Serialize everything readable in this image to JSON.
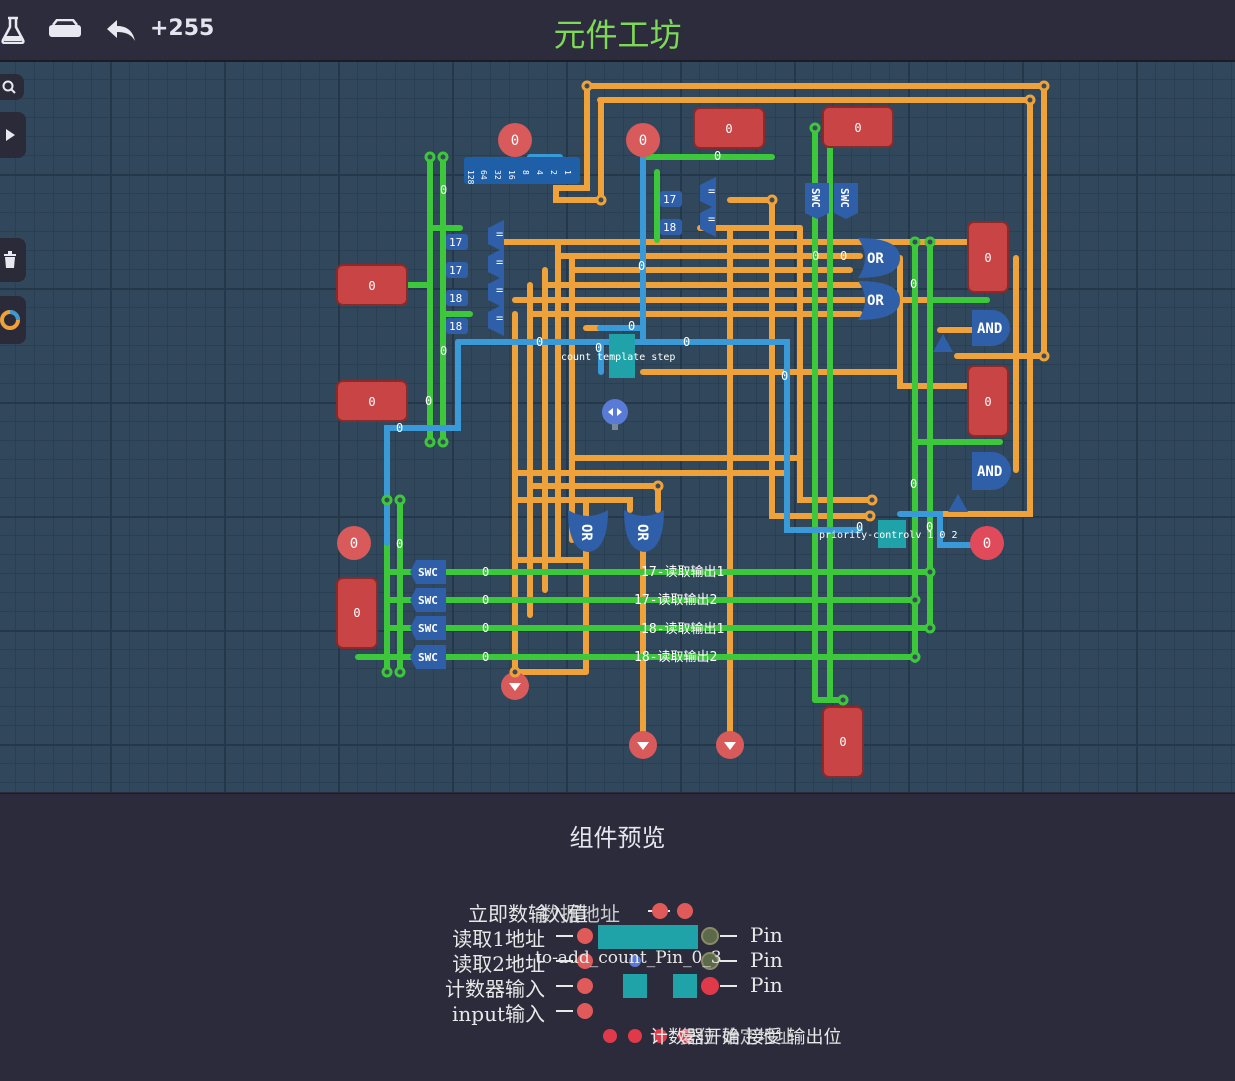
{
  "toolbar": {
    "score": "+255",
    "title": "元件工坊",
    "icons": [
      "flask-icon",
      "save-icon",
      "undo-icon"
    ]
  },
  "side_tools": [
    "zoom-icon",
    "arrow-icon",
    "trash-icon",
    "color-wheel-icon"
  ],
  "circuit": {
    "inputs": [
      "0",
      "0",
      "0",
      "0",
      "0",
      "0",
      "0",
      "0",
      "0",
      "0"
    ],
    "comparator_consts": [
      "17",
      "17",
      "18",
      "18",
      "17",
      "18"
    ],
    "gates": [
      "OR",
      "OR",
      "OR",
      "OR",
      "AND",
      "AND",
      "SWC",
      "SWC",
      "SWC",
      "SWC",
      "SWC",
      "SWC"
    ],
    "wire_values": [
      "0",
      "0",
      "0",
      "0",
      "0",
      "0",
      "0",
      "0",
      "0",
      "0",
      "0",
      "0",
      "0",
      "0",
      "0",
      "0",
      "0",
      "0"
    ],
    "bus_bits": [
      "128",
      "64",
      "32",
      "16",
      "8",
      "4",
      "2",
      "1"
    ],
    "labels": {
      "count_template": "count template step",
      "priority": "priority-controlv 1 0 2",
      "read17_1": "17-读取输出1",
      "read17_2": "17-读取输出2",
      "read18_1": "18-读取输出1",
      "read18_2": "18-读取输出2"
    },
    "ids": [
      "64",
      "64",
      "64",
      "64",
      "64",
      "64",
      "64",
      "64"
    ]
  },
  "preview": {
    "title": "组件预览",
    "left_pins": [
      "读取1地址",
      "读取2地址",
      "计数器输入",
      "input输入"
    ],
    "top_overlap": "立即数输入值",
    "top_overlap2": "数据地址",
    "right_pins": [
      "Pin",
      "Pin",
      "Pin"
    ],
    "center_label": "to-add_count_Pin_0_3",
    "bottom_overlap": "计数器开始 接受 输出位",
    "bottom_overlap2": "复位 确定地址"
  },
  "colors": {
    "orange": "#f0a23a",
    "green": "#3cc83a",
    "blue": "#3a9ad8",
    "red": "#c94545",
    "gate": "#2f5fa8",
    "teal": "#1fa3a8"
  }
}
